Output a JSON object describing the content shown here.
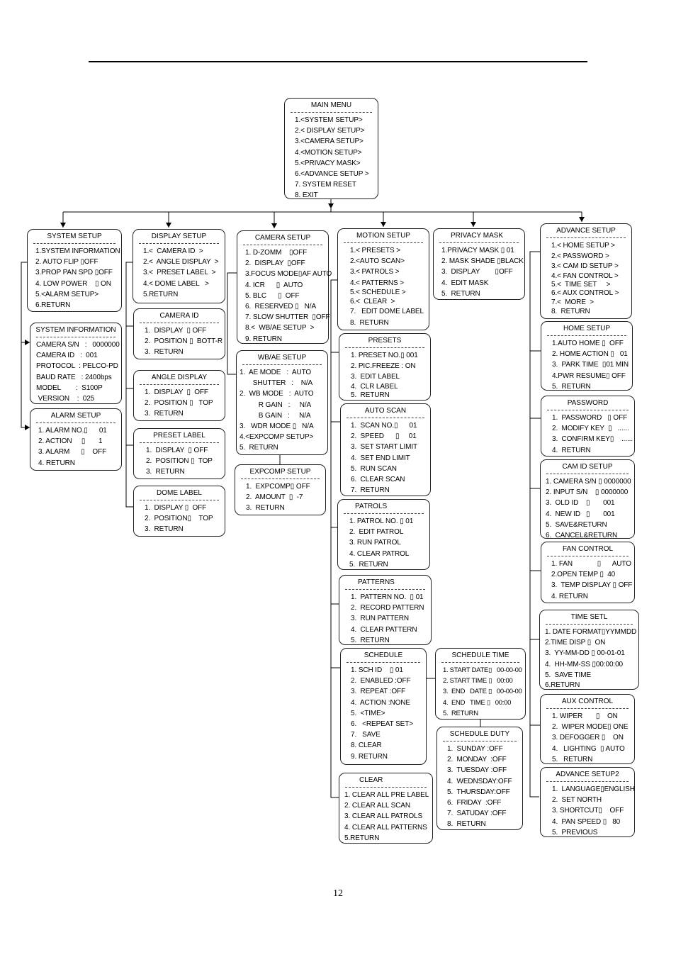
{
  "page_number": "12",
  "menus": {
    "main_menu": {
      "title": "MAIN MENU",
      "items": [
        "1.<SYSTEM SETUP>",
        "2.< DISPLAY SETUP>",
        "3.<CAMERA SETUP>",
        "4.<MOTION SETUP>",
        "5.<PRIVACY MASK>",
        "6.<ADVANCE SETUP >",
        "7. SYSTEM RESET",
        "8. EXIT"
      ]
    },
    "system_setup": {
      "title": "SYSTEM SETUP",
      "items": [
        "1.SYSTEM INFORMATION",
        "2. AUTO FLIP ▯OFF",
        "3.PROP PAN SPD ▯OFF",
        "4. LOW POWER    ▯ ON",
        "5.<ALARM SETUP>",
        "6.RETURN"
      ]
    },
    "system_information": {
      "title": "SYSTEM INFORMATION",
      "items": [
        "CAMERA S/N   :   0000000",
        "CAMERA ID   :  001",
        "PROTOCOL  : PELCO-PD",
        "BAUD RATE   : 2400bps",
        "MODEL        :  S100P",
        " VERSION    :  025"
      ]
    },
    "alarm_setup": {
      "title": "ALARM SETUP",
      "items": [
        "1. ALARM NO.▯      01",
        "2. ACTION     ▯       1",
        "3. ALARM      ▯    OFF",
        "4. RETURN"
      ]
    },
    "display_setup": {
      "title": "DISPLAY SETUP",
      "items": [
        "1.<  CAMERA ID  >",
        "2.<  ANGLE DISPLAY  >",
        "3.<  PRESET LABEL  >",
        "4.< DOME LABEL   >",
        "5.RETURN"
      ]
    },
    "camera_id": {
      "title": "CAMERA ID",
      "items": [
        "1.  DISPLAY  ▯ OFF",
        "2.  POSITION ▯  BOTT-R",
        "3.  RETURN"
      ]
    },
    "angle_display": {
      "title": "ANGLE DISPLAY",
      "items": [
        "1.  DISPLAY  ▯  OFF",
        "2.  POSITION ▯   TOP",
        "3.  RETURN"
      ]
    },
    "preset_label": {
      "title": "PRESET LABEL",
      "items": [
        "1.  DISPLAY  ▯ OFF",
        "2.  POSITION ▯  TOP",
        "3.  RETURN"
      ]
    },
    "dome_label": {
      "title": "DOME LABEL",
      "items": [
        "1.  DISPLAY ▯  OFF",
        "2.  POSITION▯    TOP",
        "3.  RETURN"
      ]
    },
    "camera_setup": {
      "title": "CAMERA SETUP",
      "items": [
        "1. D-ZOMM    ▯OFF",
        "2.  DISPLAY  ▯OFF",
        "3.FOCUS MODE▯AF AUTO",
        "4. ICR      ▯  AUTO",
        "5. BLC      ▯  OFF",
        "6.  RESERVED ▯   N/A",
        "7. SLOW SHUTTER  ▯OFF",
        "8.<  WB/AE SETUP  >",
        "9. RETURN"
      ]
    },
    "wb_ae_setup": {
      "title": "WB/AE SETUP",
      "items": [
        "1.  AE MODE   :  AUTO",
        "       SHUTTER   :    N/A",
        "2.  WB MODE   :  AUTO",
        "          R GAIN   :     N/A",
        "          B GAIN   :     N/A",
        "3.   WDR MODE ▯   N/A",
        "4.<EXPCOMP SETUP>",
        "5.  RETURN"
      ]
    },
    "expcomp_setup": {
      "title": "EXPCOMP SETUP",
      "items": [
        "1.  EXPCOMP▯ OFF",
        "2.  AMOUNT  ▯  -7",
        "3.  RETURN"
      ]
    },
    "motion_setup": {
      "title": "MOTION SETUP",
      "items": [
        "1.< PRESETS >",
        "2.<AUTO SCAN>",
        "3.< PATROLS >",
        "4.< PATTERNS >",
        "5.< SCHEDULE >",
        "6.<  CLEAR  >",
        "7.   EDIT DOME LABEL",
        "8.  RETURN"
      ]
    },
    "presets": {
      "title": "PRESETS",
      "items": [
        "1. PRESET NO.▯ 001",
        "2. PIC.FREEZE : ON",
        "3.  EDIT LABEL",
        "4.  CLR LABEL",
        "5.  RETURN"
      ]
    },
    "auto_scan": {
      "title": "AUTO SCAN",
      "items": [
        "1.  SCAN NO.▯      01",
        "2.  SPEED      ▯     01",
        "3.  SET START LIMIT",
        "4.  SET END LIMIT",
        "5.  RUN SCAN",
        "6.  CLEAR SCAN",
        "7.  RETURN"
      ]
    },
    "patrols": {
      "title": "PATROLS",
      "items": [
        "1. PATROL NO. ▯ 01",
        "2.  EDIT PATROL",
        "3. RUN PATROL",
        "4. CLEAR PATROL",
        "5.  RETURN"
      ]
    },
    "patterns": {
      "title": "PATTERNS",
      "items": [
        "1.  PATTERN NO.  ▯ 01",
        "2.  RECORD PATTERN",
        "3.  RUN PATTERN",
        "4.  CLEAR PATTERN",
        "5.  RETURN"
      ]
    },
    "schedule": {
      "title": "SCHEDULE",
      "items": [
        "1. SCH ID    ▯ 01",
        "2.  ENABLED :OFF",
        "3.  REPEAT :OFF",
        "4.  ACTION :NONE",
        "5.  <TIME>",
        "6.   <REPEAT SET>",
        "7.   SAVE",
        "8. CLEAR",
        "9. RETURN"
      ]
    },
    "clear": {
      "title": "CLEAR",
      "items": [
        "1. CLEAR ALL PRE LABEL",
        "2. CLEAR ALL SCAN",
        "3. CLEAR ALL PATROLS",
        "4. CLEAR ALL PATTERNS",
        "5.RETURN"
      ]
    },
    "privacy_mask": {
      "title": "PRIVACY MASK",
      "items": [
        "1.PRIVACY MASK ▯ 01",
        "2. MASK SHADE ▯BLACK",
        "3.  DISPLAY        ▯OFF",
        "4.  EDIT MASK",
        "5.  RETURN"
      ]
    },
    "schedule_time": {
      "title": "SCHEDULE  TIME",
      "items": [
        "1. START DATE▯   00-00-00",
        "2. START TIME ▯   00:00",
        "3.  END   DATE ▯   00-00-00",
        "4.  END   TIME ▯   00:00",
        "5.  RETURN"
      ]
    },
    "schedule_duty": {
      "title": "SCHEDULE DUTY",
      "items": [
        "1.  SUNDAY :OFF",
        "2.  MONDAY  :OFF",
        "3.  TUESDAY :OFF",
        "4.  WEDNSDAY:OFF",
        "5.  THURSDAY:OFF",
        "6.  FRIDAY  :OFF",
        "7.  SATUDAY :OFF",
        "8.  RETURN"
      ]
    },
    "advance_setup": {
      "title": "ADVANCE SETUP",
      "items": [
        "1.< HOME SETUP >",
        "2.< PASSWORD >",
        "3.< CAM ID SETUP >",
        "4.< FAN CONTROL >",
        "5.<  TIME SET     >",
        "6.< AUX CONTROL >",
        "7.<  MORE  >",
        "8.  RETURN"
      ]
    },
    "home_setup": {
      "title": "HOME SETUP",
      "items": [
        "1.AUTO HOME ▯  OFF",
        "2. HOME ACTION ▯   01",
        "3.  PARK TIME  ▯01 MIN",
        "4.PWR RESUME▯ OFF",
        "5.  RETURN"
      ]
    },
    "password": {
      "title": "PASSWORD",
      "items": [
        "1.  PASSWORD   ▯ OFF",
        "2.  MODIFY KEY  ▯   ......",
        "3.  CONFIRM KEY▯    ......",
        "4.  RETURN"
      ]
    },
    "cam_id_setup": {
      "title": "CAM ID SETUP",
      "items": [
        "1. CAMERA S/N ▯ 0000000",
        "2. INPUT S/N    ▯ 0000000",
        "3.  OLD ID    ▯       001",
        "4.  NEW ID   ▯       001",
        "5.  SAVE&RETURN",
        "6.  CANCEL&RETURN"
      ]
    },
    "fan_control": {
      "title": "FAN CONTROL",
      "items": [
        "1. FAN             ▯      AUTO",
        "2.OPEN TEMP ▯  40",
        "3.  TEMP DISPLAY ▯ OFF",
        "4. RETURN"
      ]
    },
    "time_set": {
      "title": "TIME SETL",
      "items": [
        "1. DATE FORMAT▯YYMMDD",
        "2.TIME DISP ▯  ON",
        "3.  YY-MM-DD ▯ 00-01-01",
        "4.  HH-MM-SS ▯00:00:00",
        "5.  SAVE TIME",
        "6.RETURN"
      ]
    },
    "aux_control": {
      "title": "AUX CONTROL",
      "items": [
        "1. WIPER       ▯    ON",
        "2.  WIPER MODE▯ ONE",
        "3. DEFOGGER ▯    ON",
        "4.   LIGHTING  ▯ AUTO",
        "5.   RETURN"
      ]
    },
    "advance_setup2": {
      "title": "ADVANCE SETUP2",
      "items": [
        "1.  LANGUAGE▯ENGLISH",
        "2.  SET NORTH",
        "3. SHORTCUT▯    OFF",
        "4.  PAN SPEED ▯   80",
        "5.  PREVIOUS"
      ]
    }
  }
}
